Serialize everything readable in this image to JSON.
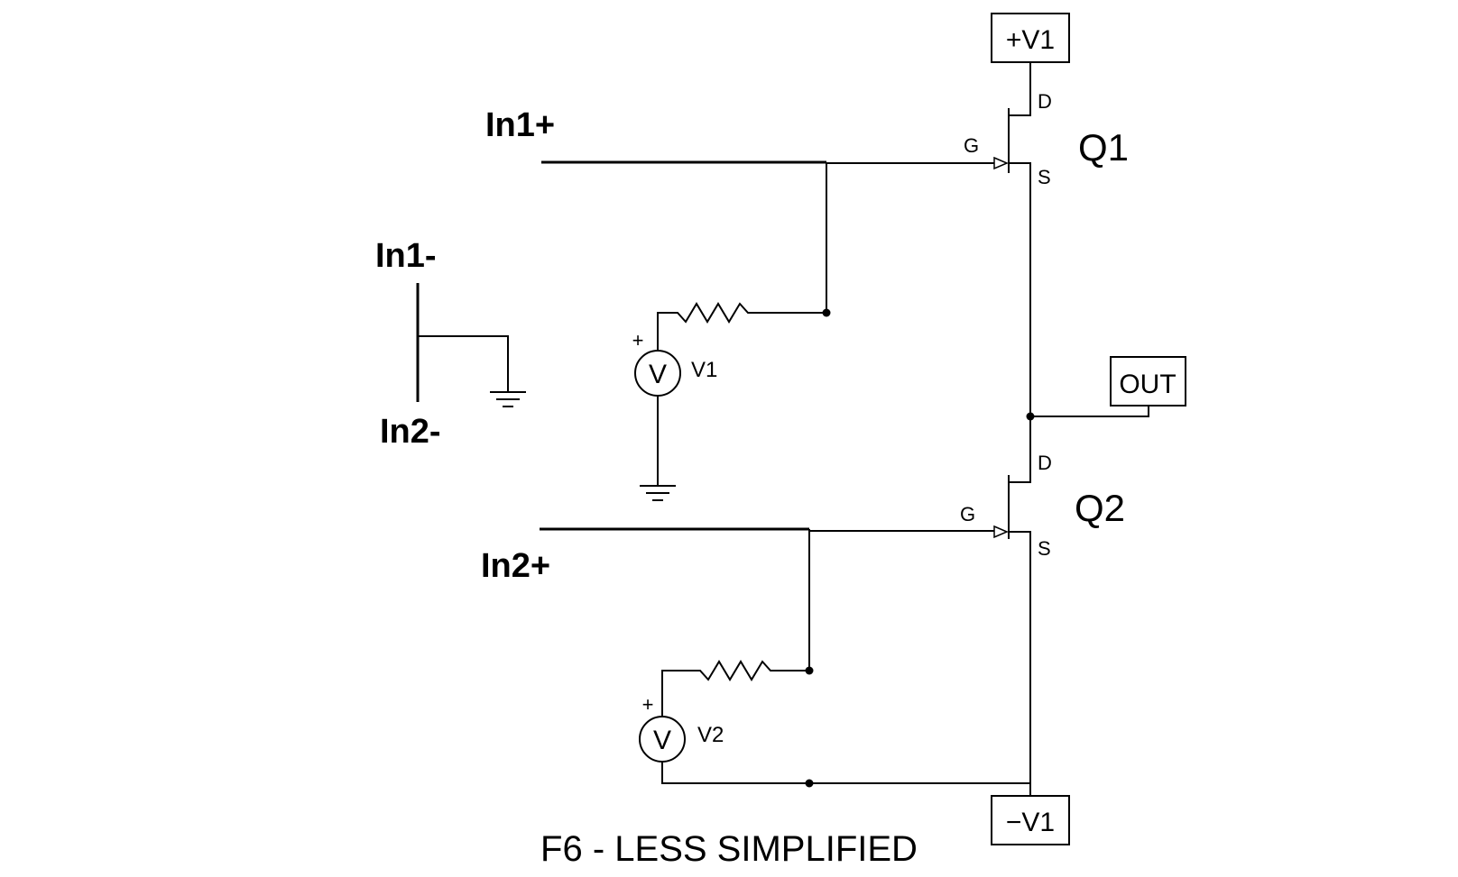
{
  "inputs": {
    "in1_plus": "In1+",
    "in1_minus": "In1-",
    "in2_minus": "In2-",
    "in2_plus": "In2+"
  },
  "rails": {
    "positive": "+V1",
    "negative": "−V1",
    "output": "OUT"
  },
  "transistors": {
    "q1": {
      "name": "Q1",
      "gate": "G",
      "drain": "D",
      "source": "S"
    },
    "q2": {
      "name": "Q2",
      "gate": "G",
      "drain": "D",
      "source": "S"
    }
  },
  "sources": {
    "v1": {
      "name": "V1",
      "symbol": "V",
      "polarity": "+"
    },
    "v2": {
      "name": "V2",
      "symbol": "V",
      "polarity": "+"
    }
  },
  "caption": "F6 - LESS SIMPLIFIED"
}
